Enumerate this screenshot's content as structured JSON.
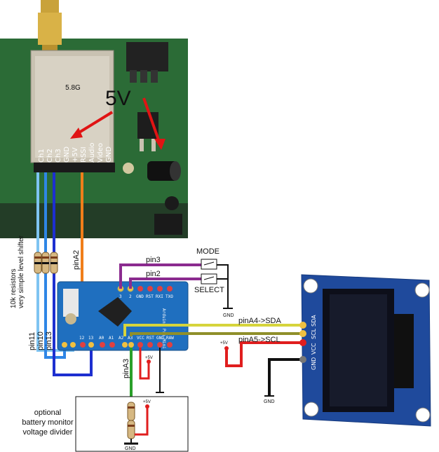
{
  "receiver": {
    "pin_labels": [
      "GND",
      "Video",
      "Audio",
      "RSSI",
      "+5V",
      "GND",
      "Ch3",
      "Ch2",
      "Ch1"
    ],
    "annotation_5v": "5V",
    "module_text": "5.8G"
  },
  "resistors_note": {
    "line1": "10k resistors",
    "line2": "very simple level shifter"
  },
  "wires": {
    "pin11": "pin11",
    "pin10": "pin10",
    "pin13": "pin13",
    "pinA2": "pinA2",
    "pin3": "pin3",
    "pin2": "pin2",
    "pinA3": "pinA3",
    "sda": "pinA4->SDA",
    "scl": "pinA5->SCL",
    "plus5v": "+5V",
    "gnd": "GND"
  },
  "buttons": {
    "mode": "MODE",
    "select": "SELECT"
  },
  "arduino": {
    "top_pins": [
      "3",
      "2",
      "GND",
      "RST",
      "RXI",
      "TXO"
    ],
    "bottom_pins": [
      "12",
      "13",
      "A0",
      "A1",
      "A2",
      "A3",
      "VCC",
      "RST",
      "GND",
      "RAW"
    ],
    "board_text": "Arduino Pro Mini"
  },
  "oled": {
    "pins": [
      "GND",
      "VCC",
      "SCL",
      "SDA"
    ]
  },
  "battery_box": {
    "line1": "optional",
    "line2": "battery monitor",
    "line3": "voltage divider"
  },
  "colors": {
    "pcb_green": "#2e7d3a",
    "arduino_blue": "#1f6fbf",
    "wire_light_blue": "#7fc4f2",
    "wire_mid_blue": "#2f86e6",
    "wire_dark_blue": "#1d2fd0",
    "wire_orange": "#f07e1a",
    "wire_purple": "#8b2b8f",
    "wire_yellow": "#d6d43c",
    "wire_olive": "#8f8f2a",
    "wire_red": "#e01e1e",
    "wire_black": "#111111",
    "wire_green": "#2aa02a"
  }
}
